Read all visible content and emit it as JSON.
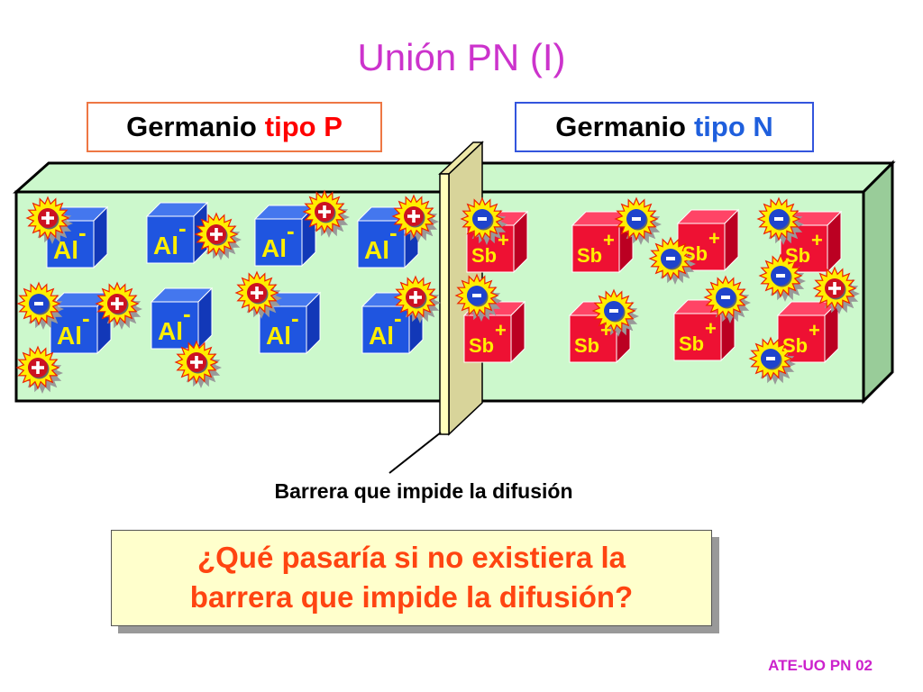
{
  "title": "Unión PN (I)",
  "p_region": {
    "label": "Germanio",
    "type": "tipo P",
    "ion_symbol": "Al",
    "ion_charge": "-",
    "carrier_sign": "+",
    "minority_sign": "-"
  },
  "n_region": {
    "label": "Germanio",
    "type": "tipo N",
    "ion_symbol": "Sb",
    "ion_charge": "+",
    "carrier_sign": "-",
    "minority_sign": "+"
  },
  "barrier_label": "Barrera que impide la difusión",
  "question": {
    "line1": "¿Qué pasaría si no existiera la",
    "line2": "barrera que impide la difusión?"
  },
  "footer": "ATE-UO PN 02",
  "colors": {
    "title": "#cc33cc",
    "p_accent": "#ff0000",
    "n_accent": "#1f5fdd",
    "crystal": "#ccf8cc",
    "acceptor_cube": "#1f55e0",
    "donor_cube": "#ee1133",
    "ion_text": "#ffee00",
    "question_text": "#ff4411",
    "question_bg": "#ffffcc"
  }
}
